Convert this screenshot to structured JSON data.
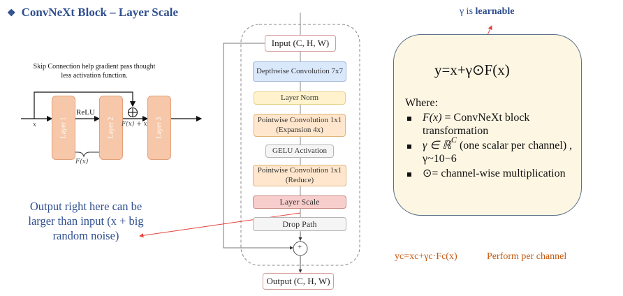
{
  "title": {
    "bullet_icon": "diamond-bullet-icon",
    "text": "ConvNeXt Block – Layer Scale"
  },
  "skip_diagram": {
    "note": "Skip Connection help gradient pass thought less activation function.",
    "input_label": "x",
    "layers": [
      "Layer 1",
      "Layer 2",
      "Layer 3"
    ],
    "activation_label": "ReLU",
    "sum_label": "F(x) + x",
    "brace_label": "F(x)",
    "plus_icon": "circled-plus-icon"
  },
  "output_note": "Output right here can be larger than input (x + big random noise)",
  "block_flow": {
    "input": "Input (C, H, W)",
    "steps": [
      {
        "label": "Depthwise Convolution 7x7",
        "color": "#dae8fc"
      },
      {
        "label": "Layer Norm",
        "color": "#fff2cc"
      },
      {
        "label": "Pointwise Convolution 1x1 (Expansion 4x)",
        "color": "#ffe6cc"
      },
      {
        "label": "GELU Activation",
        "color": "#f5f5f5"
      },
      {
        "label": "Pointwise Convolution 1x1 (Reduce)",
        "color": "#ffe6cc"
      },
      {
        "label": "Layer Scale",
        "color": "#f8cecc"
      },
      {
        "label": "Drop Path",
        "color": "#f5f5f5"
      }
    ],
    "add_symbol": "+",
    "output": "Output (C, H, W)"
  },
  "gamma_note": {
    "prefix": "γ is ",
    "bold": "learnable"
  },
  "formula_box": {
    "formula": "y=x+γ⊙F(x)",
    "where_label": "Where:",
    "items": [
      {
        "math": "F(x)",
        "text": " = ConvNeXt block transformation"
      },
      {
        "math": "γ ∈ ℝ",
        "sup": "C",
        "text": " (one scalar per channel) , γ~10−6"
      },
      {
        "math": "⊙",
        "text": "= channel-wise multiplication"
      }
    ]
  },
  "per_channel": {
    "formula": "yc=xc+γc·Fc(x)",
    "label": "Perform per channel"
  },
  "colors": {
    "title_blue": "#2f4f8f",
    "accent_orange": "#c55a11",
    "arrow_red": "#e8403a",
    "box_fill": "#fdf6e3"
  }
}
